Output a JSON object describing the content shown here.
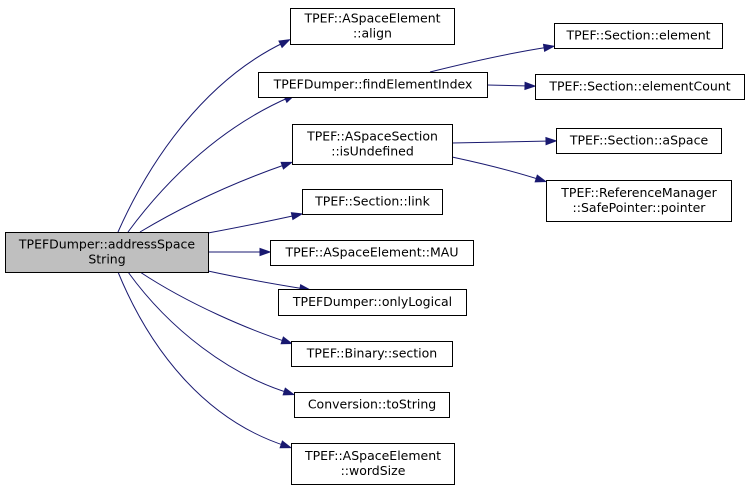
{
  "graph": {
    "colors": {
      "edge": "#191970",
      "root_fill": "#bfbfbf",
      "node_fill": "#ffffff",
      "border": "#000000"
    },
    "nodes": [
      {
        "id": "root",
        "lines": [
          "TPEFDumper::addressSpace",
          "String"
        ],
        "root": true
      },
      {
        "id": "align",
        "lines": [
          "TPEF::ASpaceElement",
          "::align"
        ]
      },
      {
        "id": "findElementIndex",
        "lines": [
          "TPEFDumper::findElementIndex"
        ]
      },
      {
        "id": "isUndefined",
        "lines": [
          "TPEF::ASpaceSection",
          "::isUndefined"
        ]
      },
      {
        "id": "link",
        "lines": [
          "TPEF::Section::link"
        ]
      },
      {
        "id": "MAU",
        "lines": [
          "TPEF::ASpaceElement::MAU"
        ]
      },
      {
        "id": "onlyLogical",
        "lines": [
          "TPEFDumper::onlyLogical"
        ]
      },
      {
        "id": "section",
        "lines": [
          "TPEF::Binary::section"
        ]
      },
      {
        "id": "toString",
        "lines": [
          "Conversion::toString"
        ]
      },
      {
        "id": "wordSize",
        "lines": [
          "TPEF::ASpaceElement",
          "::wordSize"
        ]
      },
      {
        "id": "element",
        "lines": [
          "TPEF::Section::element"
        ]
      },
      {
        "id": "elementCount",
        "lines": [
          "TPEF::Section::elementCount"
        ]
      },
      {
        "id": "aSpace",
        "lines": [
          "TPEF::Section::aSpace"
        ]
      },
      {
        "id": "pointer",
        "lines": [
          "TPEF::ReferenceManager",
          "::SafePointer::pointer"
        ]
      }
    ],
    "edges": [
      {
        "from": "root",
        "to": "align"
      },
      {
        "from": "root",
        "to": "findElementIndex"
      },
      {
        "from": "root",
        "to": "isUndefined"
      },
      {
        "from": "root",
        "to": "link"
      },
      {
        "from": "root",
        "to": "MAU"
      },
      {
        "from": "root",
        "to": "onlyLogical"
      },
      {
        "from": "root",
        "to": "section"
      },
      {
        "from": "root",
        "to": "toString"
      },
      {
        "from": "root",
        "to": "wordSize"
      },
      {
        "from": "findElementIndex",
        "to": "element"
      },
      {
        "from": "findElementIndex",
        "to": "elementCount"
      },
      {
        "from": "isUndefined",
        "to": "aSpace"
      },
      {
        "from": "isUndefined",
        "to": "pointer"
      }
    ]
  }
}
